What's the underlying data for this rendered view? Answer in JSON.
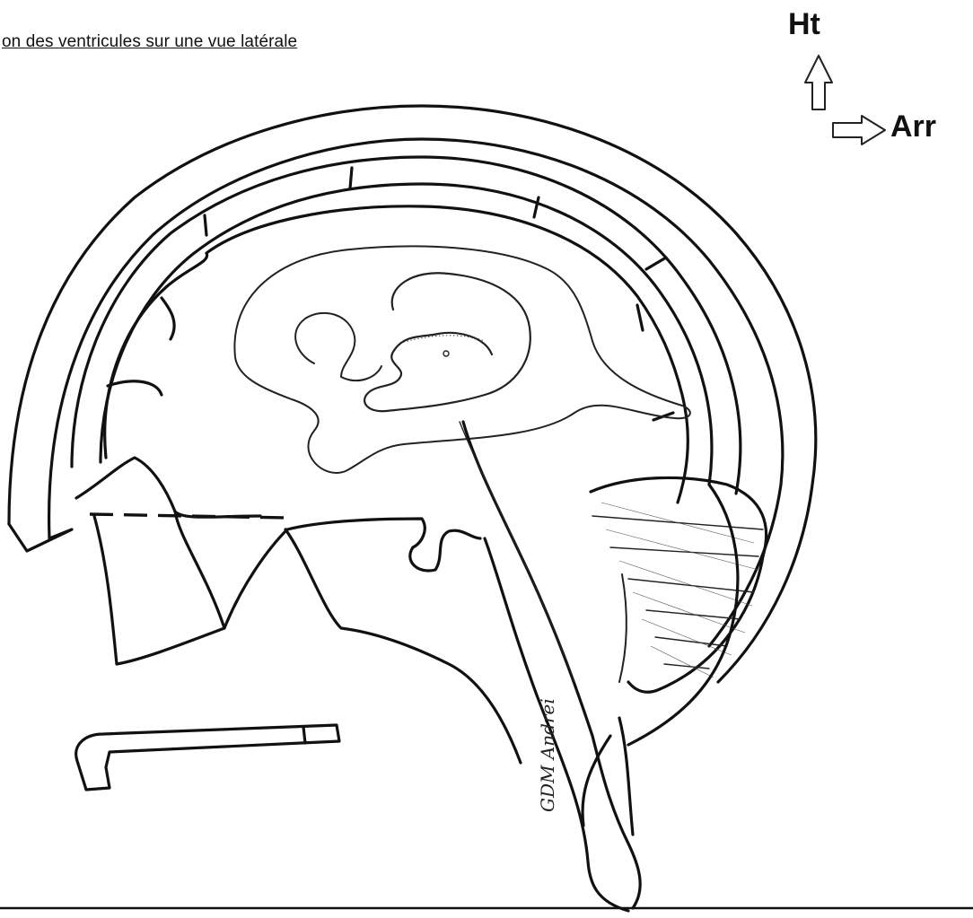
{
  "title": "on des ventricules sur une vue latérale",
  "orientation": {
    "up_label": "Ht",
    "right_label": "Arr",
    "up_arrow_icon": "outlined-up-arrow",
    "right_arrow_icon": "outlined-right-arrow"
  },
  "signature": "GDM Andréi",
  "colors": {
    "ink": "#111111",
    "background": "#ffffff"
  }
}
